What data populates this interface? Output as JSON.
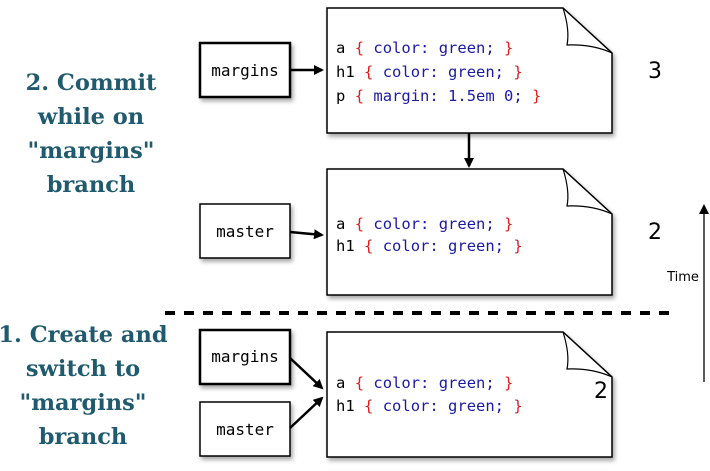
{
  "colors": {
    "heading": "#1f5a6e",
    "selector": "#000000",
    "brace": "#e01c1c",
    "declaration": "#1a1aa6"
  },
  "steps": [
    {
      "lines": [
        "2. Commit",
        "while on",
        "\"margins\"",
        "branch"
      ]
    },
    {
      "lines": [
        "1. Create and",
        "switch to",
        "\"margins\"",
        "branch"
      ]
    }
  ],
  "branches": {
    "margins": "margins",
    "master": "master"
  },
  "commits": [
    {
      "number": "3",
      "lines": [
        {
          "selector": "a",
          "declaration": "color: green;"
        },
        {
          "selector": "h1",
          "declaration": "color: green;"
        },
        {
          "selector": "p",
          "declaration": "margin: 1.5em 0;"
        }
      ]
    },
    {
      "number": "2",
      "lines": [
        {
          "selector": "a",
          "declaration": "color: green;"
        },
        {
          "selector": "h1",
          "declaration": "color: green;"
        }
      ]
    },
    {
      "number": "2",
      "lines": [
        {
          "selector": "a",
          "declaration": "color: green;"
        },
        {
          "selector": "h1",
          "declaration": "color: green;"
        }
      ]
    }
  ],
  "brace_open": "{",
  "brace_close": "}",
  "time_axis": {
    "label": "Time"
  }
}
